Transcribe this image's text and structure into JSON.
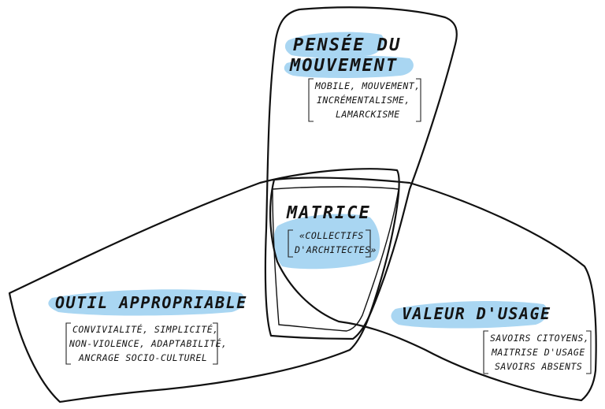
{
  "colors": {
    "highlight": "#a9d6f2",
    "ink": "#141414",
    "background": "#ffffff"
  },
  "matrice": {
    "title": "MATRICE",
    "lines": [
      "«COLLECTIFS",
      "D'ARCHITECTES»"
    ]
  },
  "pensee": {
    "title_line1": "PENSÉE DU",
    "title_line2": "MOUVEMENT",
    "lines": [
      "MOBILE, MOUVEMENT,",
      "INCRÉMENTALISME,",
      "LAMARCKISME"
    ]
  },
  "outil": {
    "title": "OUTIL APPROPRIABLE",
    "lines": [
      "CONVIVIALITÉ, SIMPLICITÉ,",
      "NON-VIOLENCE, ADAPTABILITÉ,",
      "ANCRAGE SOCIO-CULTUREL"
    ]
  },
  "valeur": {
    "title": "VALEUR D'USAGE",
    "lines": [
      "SAVOIRS CITOYENS,",
      "MAITRISE D'USAGE",
      "SAVOIRS ABSENTS"
    ]
  }
}
